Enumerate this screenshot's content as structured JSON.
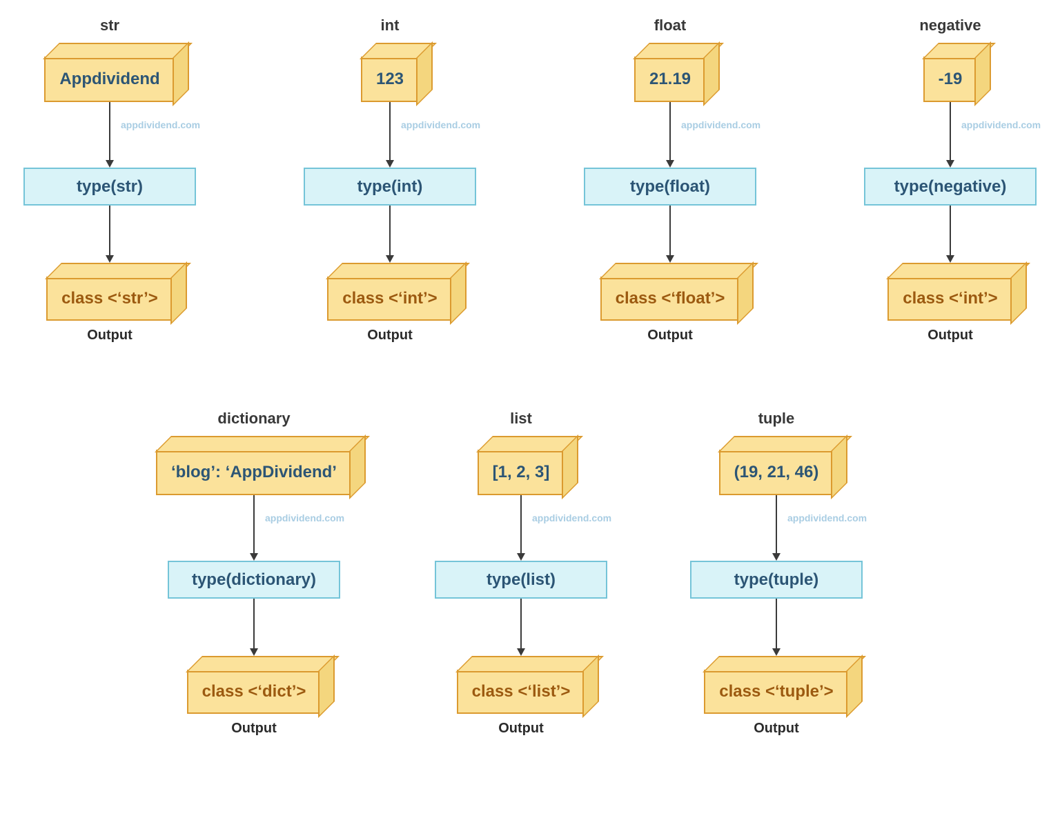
{
  "diagram": {
    "watermark": "appdividend.com",
    "items": [
      {
        "title": "str",
        "input": "Appdividend",
        "type_call": "type(str)",
        "output": "class <‘str’>",
        "output_label": "Output"
      },
      {
        "title": "int",
        "input": "123",
        "type_call": "type(int)",
        "output": "class <‘int’>",
        "output_label": "Output"
      },
      {
        "title": "float",
        "input": "21.19",
        "type_call": "type(float)",
        "output": "class <‘float’>",
        "output_label": "Output"
      },
      {
        "title": "negative",
        "input": "-19",
        "type_call": "type(negative)",
        "output": "class <‘int’>",
        "output_label": "Output"
      },
      {
        "title": "dictionary",
        "input": "‘blog’: ‘AppDividend’",
        "type_call": "type(dictionary)",
        "output": "class <‘dict’>",
        "output_label": "Output"
      },
      {
        "title": "list",
        "input": "[1, 2, 3]",
        "type_call": "type(list)",
        "output": "class <‘list’>",
        "output_label": "Output"
      },
      {
        "title": "tuple",
        "input": "(19, 21, 46)",
        "type_call": "type(tuple)",
        "output": "class <‘tuple’>",
        "output_label": "Output"
      }
    ],
    "colors": {
      "box_fill": "#FBE29B",
      "box_side_fill": "#F4D67E",
      "box_border": "#DB9A2F",
      "type_fill": "#D9F3F8",
      "type_border": "#74C4D8",
      "input_text": "#2C5575",
      "output_text": "#9C5A10",
      "watermark_text": "#A9CDE3",
      "arrow_color": "#3A3A3A",
      "title_text": "#383838"
    }
  }
}
